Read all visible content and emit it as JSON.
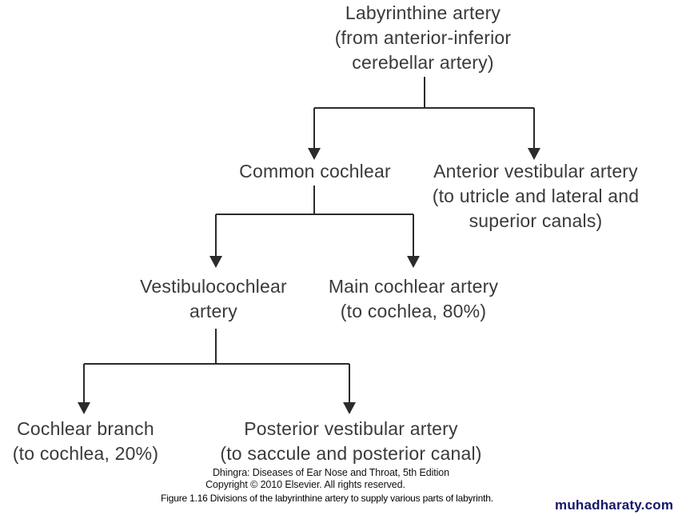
{
  "diagram": {
    "nodes": {
      "labyrinthine": {
        "lines": [
          "Labyrinthine artery",
          "(from anterior-inferior",
          "cerebellar artery)"
        ]
      },
      "common_cochlear": {
        "lines": [
          "Common cochlear"
        ]
      },
      "anterior_vestibular": {
        "lines": [
          "Anterior vestibular artery",
          "(to utricle and lateral and",
          "superior canals)"
        ]
      },
      "vestibulocochlear": {
        "lines": [
          "Vestibulocochlear",
          "artery"
        ]
      },
      "main_cochlear": {
        "lines": [
          "Main cochlear artery",
          "(to cochlea, 80%)"
        ]
      },
      "cochlear_branch": {
        "lines": [
          "Cochlear branch",
          "(to cochlea, 20%)"
        ]
      },
      "posterior_vestibular": {
        "lines": [
          "Posterior vestibular artery",
          "(to saccule and posterior canal)"
        ]
      }
    },
    "colors": {
      "line": "#2b2b2b",
      "node_text": "#3a3a3a",
      "watermark": "#17176b"
    }
  },
  "footer": {
    "source_line1": "Dhingra: Diseases of Ear Nose and Throat, 5th Edition",
    "source_line2": "Copyright © 2010 Elsevier. All rights reserved.",
    "caption": "Figure 1.16 Divisions of the labyrinthine artery to supply various parts of labyrinth.",
    "watermark": "muhadharaty.com"
  }
}
